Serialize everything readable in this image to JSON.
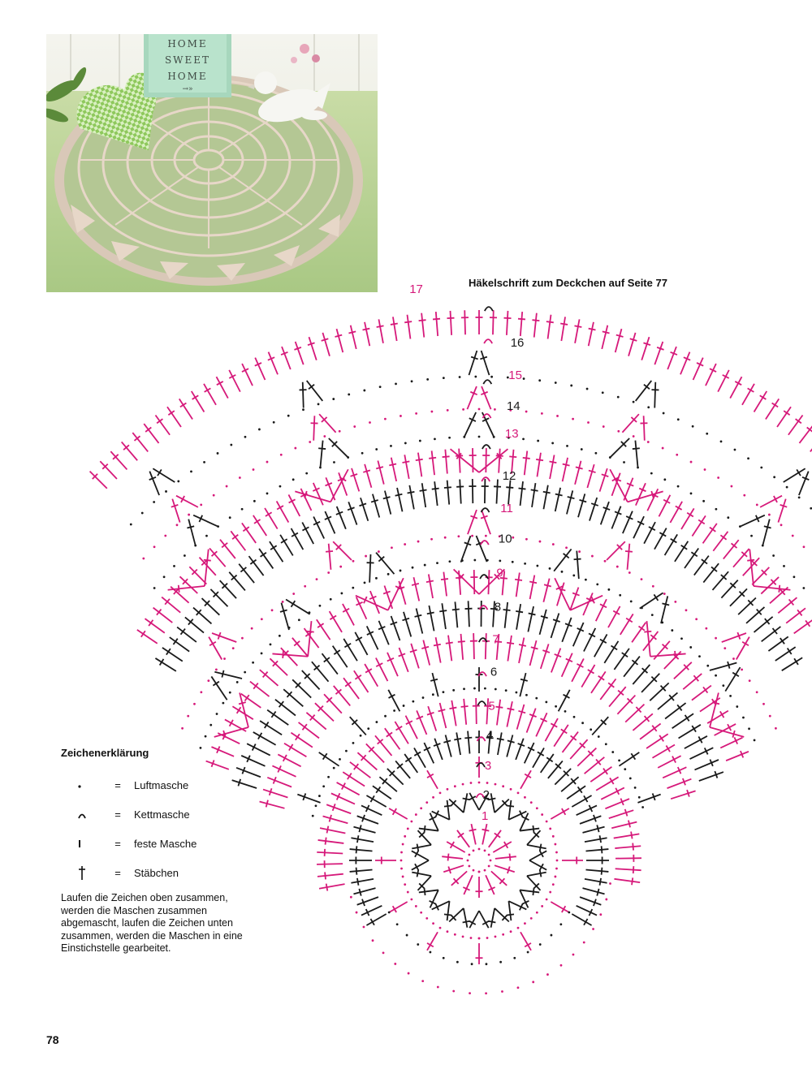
{
  "photo": {
    "sign_line1": "HOME",
    "sign_line2": "SWEET",
    "sign_line3": "HOME",
    "sign_arrow": "→»"
  },
  "diagram": {
    "title": "Häkelschrift zum Deckchen auf Seite 77",
    "round_labels": [
      "1",
      "2",
      "3",
      "4",
      "5",
      "6",
      "7",
      "8",
      "9",
      "10",
      "11",
      "12",
      "13",
      "14",
      "15",
      "16",
      "17"
    ],
    "colors": {
      "pink": "#d6197a",
      "black": "#1a1a1a"
    }
  },
  "legend": {
    "title": "Zeichenerklärung",
    "items": [
      {
        "icon": "dot-icon",
        "eq": "=",
        "label": "Luftmasche"
      },
      {
        "icon": "arc-icon",
        "eq": "=",
        "label": "Kettmasche"
      },
      {
        "icon": "bar-icon",
        "eq": "=",
        "label": "feste Masche"
      },
      {
        "icon": "dagger-icon",
        "eq": "=",
        "label": "Stäbchen"
      }
    ],
    "note": "Laufen die Zeichen oben zusammen, werden die Maschen zusammen abgemascht, laufen die Zeichen unten zusammen, werden die Maschen in eine Einstichstelle gearbeitet."
  },
  "page_number": "78"
}
